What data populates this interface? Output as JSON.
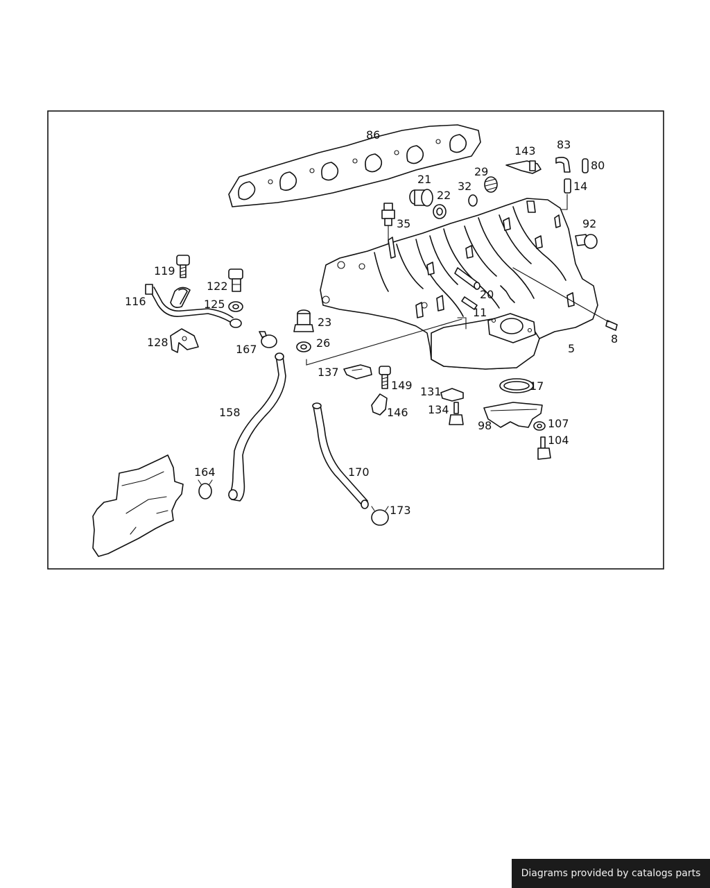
{
  "labels": {
    "p86": "86",
    "p143": "143",
    "p83": "83",
    "p80": "80",
    "p14": "14",
    "p21": "21",
    "p29": "29",
    "p32": "32",
    "p22": "22",
    "p35": "35",
    "p92": "92",
    "p119": "119",
    "p122": "122",
    "p116": "116",
    "p125": "125",
    "p20": "20",
    "p11": "11",
    "p23": "23",
    "p8": "8",
    "p128": "128",
    "p26": "26",
    "p167": "167",
    "p5": "5",
    "p137": "137",
    "p149": "149",
    "p17": "17",
    "p131": "131",
    "p146": "146",
    "p158": "158",
    "p134": "134",
    "p98": "98",
    "p107": "107",
    "p104": "104",
    "p164": "164",
    "p170": "170",
    "p173": "173"
  },
  "footer": {
    "text": "Diagrams provided by catalogs parts"
  }
}
